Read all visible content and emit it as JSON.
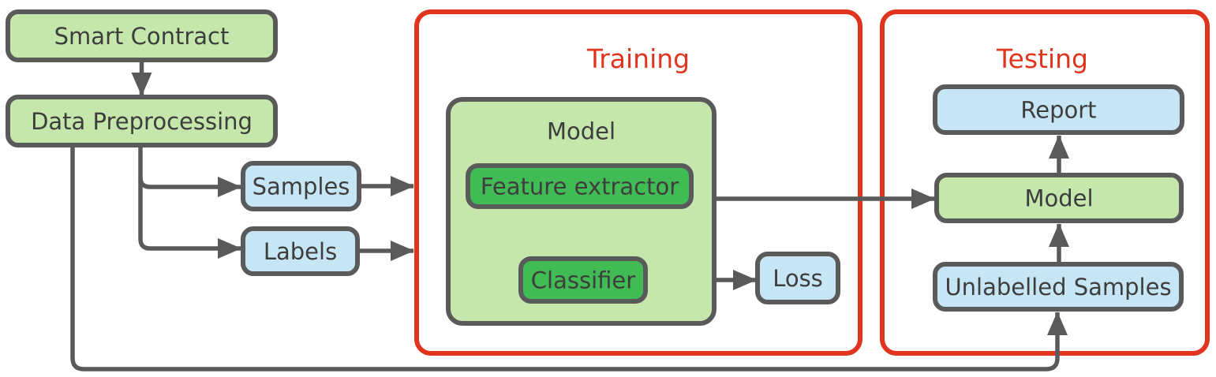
{
  "sections": {
    "training": {
      "label": "Training"
    },
    "testing": {
      "label": "Testing"
    }
  },
  "nodes": {
    "smart_contract": {
      "label": "Smart Contract",
      "fill": "green"
    },
    "data_preprocessing": {
      "label": "Data Preprocessing",
      "fill": "green"
    },
    "samples": {
      "label": "Samples",
      "fill": "blue"
    },
    "labels": {
      "label": "Labels",
      "fill": "blue"
    },
    "training_model": {
      "label": "Model",
      "fill": "green"
    },
    "feature_extractor": {
      "label": "Feature extractor",
      "fill": "dark_green"
    },
    "classifier": {
      "label": "Classifier",
      "fill": "dark_green"
    },
    "loss": {
      "label": "Loss",
      "fill": "blue"
    },
    "report": {
      "label": "Report",
      "fill": "blue"
    },
    "testing_model": {
      "label": "Model",
      "fill": "green"
    },
    "unlabelled_samples": {
      "label": "Unlabelled Samples",
      "fill": "blue"
    }
  },
  "edges": [
    {
      "from": "smart_contract",
      "to": "data_preprocessing"
    },
    {
      "from": "data_preprocessing",
      "to": "samples"
    },
    {
      "from": "data_preprocessing",
      "to": "labels"
    },
    {
      "from": "samples",
      "to": "training"
    },
    {
      "from": "labels",
      "to": "training"
    },
    {
      "from": "feature_extractor",
      "to": "classifier"
    },
    {
      "from": "classifier",
      "to": "loss"
    },
    {
      "from": "training_model",
      "to": "testing_model"
    },
    {
      "from": "data_preprocessing",
      "to": "unlabelled_samples"
    },
    {
      "from": "unlabelled_samples",
      "to": "testing_model"
    },
    {
      "from": "testing_model",
      "to": "report"
    }
  ],
  "colors": {
    "node_green": "#c5e7ac",
    "node_dark_green": "#41bc54",
    "node_blue": "#c6e6f5",
    "line_gray": "#5a5a5a",
    "section_red": "#e0341e",
    "label_text": "#3d3d3d"
  }
}
